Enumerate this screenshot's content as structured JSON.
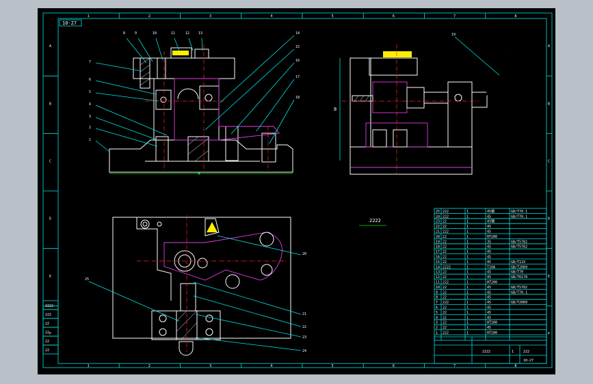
{
  "drawing": {
    "title_tag": "10-27",
    "note_text": "2222",
    "grid_top": [
      "1",
      "2",
      "3",
      "4",
      "5",
      "6",
      "7",
      "8"
    ],
    "grid_left": [
      "A",
      "B",
      "C",
      "D",
      "E",
      "F"
    ],
    "part_callouts": [
      "1",
      "2",
      "3",
      "4",
      "5",
      "6",
      "7",
      "8",
      "9",
      "10",
      "11",
      "12",
      "13",
      "14",
      "15",
      "16",
      "17",
      "18",
      "19",
      "20",
      "21",
      "22",
      "23",
      "24",
      "25"
    ],
    "side_dim": "8",
    "title_block": {
      "code": "2222",
      "sheet": "1",
      "drawing_no": "10-27",
      "material": "222"
    },
    "bom_rows": [
      [
        "25",
        "222",
        "1",
        "45钢",
        "GB/T70.1"
      ],
      [
        "24",
        "222",
        "1",
        "45",
        "GB/T70.1"
      ],
      [
        "23",
        "22",
        "1",
        "45钢",
        ""
      ],
      [
        "22",
        "22",
        "1",
        "45",
        ""
      ],
      [
        "21",
        "222",
        "1",
        "45",
        ""
      ],
      [
        "20",
        "22",
        "1",
        "HT200",
        ""
      ],
      [
        "19",
        "22",
        "1",
        "35",
        "GB/T5782"
      ],
      [
        "18",
        "22",
        "1",
        "45",
        "GB/T5782"
      ],
      [
        "17",
        "22",
        "1",
        "45",
        ""
      ],
      [
        "16",
        "22",
        "1",
        "45",
        ""
      ],
      [
        "15",
        "22",
        "1",
        "45",
        "GB/T119"
      ],
      [
        "14",
        "2222",
        "1",
        "T10A",
        "GB/T2089"
      ],
      [
        "13",
        "22",
        "1",
        "45",
        "GB/T70"
      ],
      [
        "12",
        "22",
        "1",
        "45",
        "GB/T6170"
      ],
      [
        "11",
        "222",
        "1",
        "HT200",
        ""
      ],
      [
        "10",
        "22",
        "1",
        "45",
        "GB/T5782"
      ],
      [
        "9",
        "22",
        "1",
        "45",
        "GB/T70.1"
      ],
      [
        "8",
        "22",
        "1",
        "45",
        ""
      ],
      [
        "7",
        "222",
        "1",
        "45",
        "GB/T2089"
      ],
      [
        "6",
        "22",
        "1",
        "45",
        ""
      ],
      [
        "5",
        "22",
        "1",
        "45",
        ""
      ],
      [
        "4",
        "22",
        "1",
        "45",
        ""
      ],
      [
        "3",
        "22",
        "1",
        "HT200",
        ""
      ],
      [
        "2",
        "22",
        "1",
        "45",
        ""
      ],
      [
        "1",
        "222",
        "1",
        "HT200",
        ""
      ]
    ],
    "side_table": [
      "2222",
      "222",
      "22",
      "22",
      "22",
      "22"
    ]
  }
}
